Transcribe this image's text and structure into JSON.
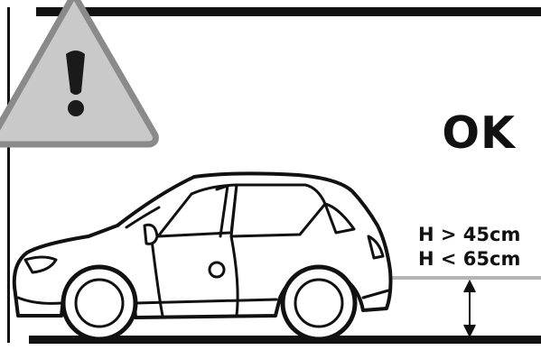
{
  "status_label": "OK",
  "clearance": {
    "min_label": "H > 45cm",
    "max_label": "H < 65cm"
  },
  "icons": {
    "warning": "warning-triangle-icon",
    "vehicle": "car-icon",
    "measure": "height-arrow-icon"
  },
  "colors": {
    "warning_fill": "#c9c9c9",
    "warning_border": "#8a8a8a",
    "mark_fill": "#1a1a1a",
    "lines": "#111111",
    "level_line": "#b5b5b5"
  }
}
